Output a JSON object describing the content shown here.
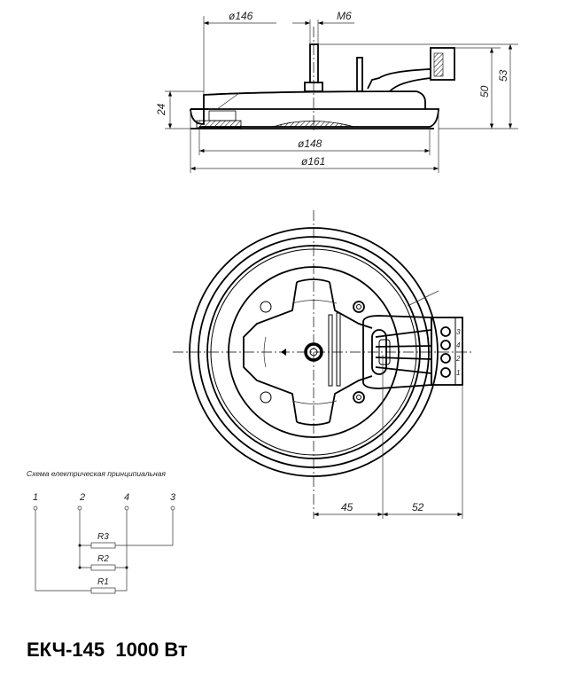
{
  "side_view": {
    "dim_inner_diameter": "ø146",
    "dim_thread": "M6",
    "dim_height_plate": "24",
    "dim_height_terminal": "50",
    "dim_height_total": "53",
    "dim_diameter_148": "ø148",
    "dim_diameter_161": "ø161"
  },
  "top_view": {
    "dim_offset_45": "45",
    "dim_offset_52": "52",
    "terminal_labels": [
      "3",
      "4",
      "2",
      "1"
    ]
  },
  "schematic": {
    "title": "Схема електрическая принципиальная",
    "terminals": [
      "1",
      "2",
      "4",
      "3"
    ],
    "resistors": [
      "R3",
      "R2",
      "R1"
    ]
  },
  "product_title": "ЕКЧ-145  1000 Вт"
}
